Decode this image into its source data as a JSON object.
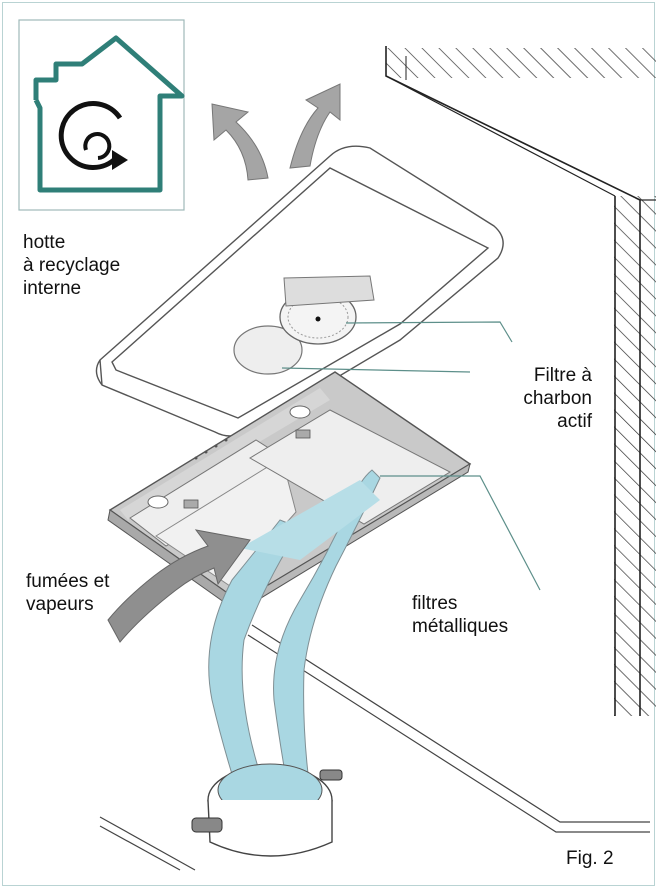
{
  "labels": {
    "hood_type": [
      "hotte",
      "à recyclage",
      "interne"
    ],
    "carbon_filter": [
      "Filtre à",
      "charbon",
      "actif"
    ],
    "fumes": [
      "fumées et",
      "vapeurs"
    ],
    "metal_filters": [
      "filtres",
      "métalliques"
    ],
    "figure": "Fig. 2"
  },
  "icons": {
    "house": "house-recycle-icon"
  },
  "colors": {
    "teal": "#2f7f78",
    "air_blue": "#a9d7e2",
    "arrow_grey": "#9c9c9c",
    "line": "#444444",
    "frame": "#b9d3d3"
  }
}
